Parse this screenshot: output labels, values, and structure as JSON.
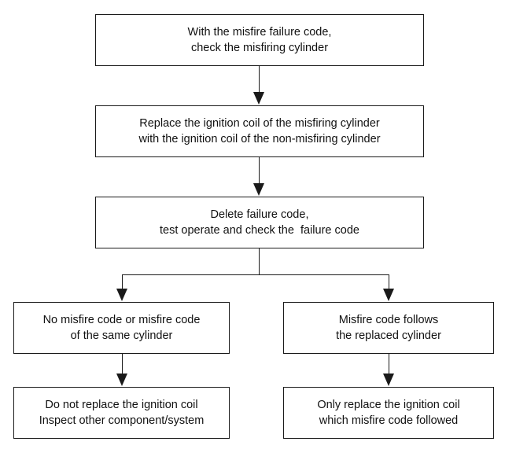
{
  "diagram": {
    "steps": {
      "check_cylinder": {
        "line1": "With the misfire failure code,",
        "line2": "check the misfiring cylinder"
      },
      "swap_coil": {
        "line1": "Replace the ignition coil of the misfiring cylinder",
        "line2": "with the ignition coil of the non-misfiring cylinder"
      },
      "retest": {
        "line1": "Delete failure code,",
        "line2": "test operate and check the  failure code"
      },
      "same_cylinder": {
        "line1": "No misfire code or misfire code",
        "line2": "of the same cylinder"
      },
      "follows_cylinder": {
        "line1": "Misfire code follows",
        "line2": "the replaced cylinder"
      },
      "keep_coil": {
        "line1": "Do not replace the ignition coil",
        "line2": "Inspect other component/system"
      },
      "replace_coil": {
        "line1": "Only replace the ignition coil",
        "line2": "which misfire code followed"
      }
    },
    "colors": {
      "line": "#1a1a1a",
      "box_fill": "#ffffff",
      "text": "#111111"
    }
  }
}
